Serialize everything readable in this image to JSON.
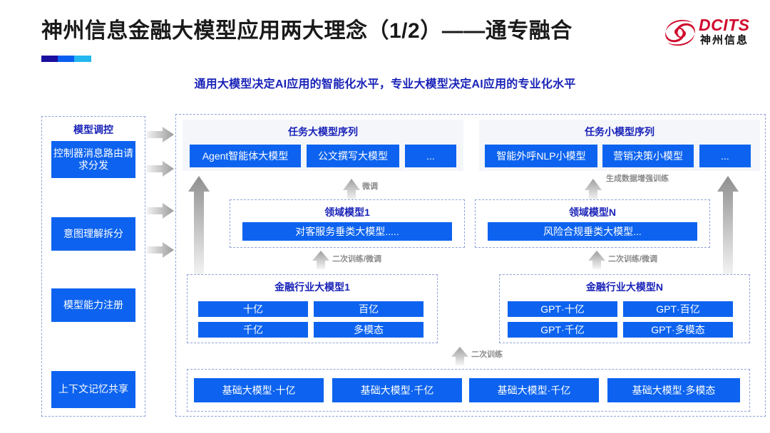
{
  "header": {
    "title": "神州信息金融大模型应用两大理念（1/2）——通专融合",
    "subtitle": "通用大模型决定AI应用的智能化水平，专业大模型决定AI应用的专业化水平",
    "accent_colors": [
      "#1b0f9e",
      "#0a5ef0",
      "#23b7ef"
    ]
  },
  "logo": {
    "name": "dcits-logo",
    "text_en": "DCITS",
    "text_cn": "神州信息",
    "color": "#cf0a2c"
  },
  "theme": {
    "blue": "#0d63ef",
    "title_blue": "#1a23b8",
    "panel_bg": "#f4f6fa",
    "dashed_border": "#8fa4d8",
    "arrow_gray": "#a8a8a8"
  },
  "left_column": {
    "title": "模型调控",
    "items": [
      {
        "label": "控制器消息路由请求分发"
      },
      {
        "label": "意图理解拆分"
      },
      {
        "label": "模型能力注册"
      },
      {
        "label": "上下文记忆共享"
      }
    ]
  },
  "task_sequences": [
    {
      "title": "任务大模型序列",
      "items": [
        "Agent智能体大模型",
        "公文撰写大模型",
        "..."
      ]
    },
    {
      "title": "任务小模型序列",
      "items": [
        "智能外呼NLP小模型",
        "营销决策小模型",
        "..."
      ]
    }
  ],
  "domain_models": [
    {
      "title": "领域模型1",
      "item": "对客服务垂类大模型....."
    },
    {
      "title": "领域模型N",
      "item": "风险合规垂类大模型..."
    }
  ],
  "industry_models": [
    {
      "title": "金融行业大模型1",
      "items": [
        "十亿",
        "百亿",
        "千亿",
        "多模态"
      ]
    },
    {
      "title": "金融行业大模型N",
      "items": [
        "GPT·十亿",
        "GPT·百亿",
        "GPT·千亿",
        "GPT·多模态"
      ]
    }
  ],
  "base_models": {
    "items": [
      "基础大模型·十亿",
      "基础大模型·千亿",
      "基础大模型·千亿",
      "基础大模型·多模态"
    ]
  },
  "arrow_labels": {
    "fine_tune": "微调",
    "data_augment": "生成数据增强训练",
    "retrain_finetune_1": "二次训练/微调",
    "retrain_finetune_2": "二次训练/微调",
    "retrain": "二次训练"
  }
}
